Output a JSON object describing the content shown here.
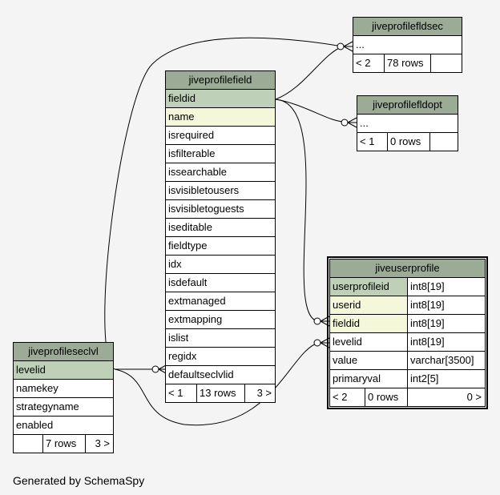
{
  "tables": {
    "jiveprofilefldsec": {
      "title": "jiveprofilefldsec",
      "rows": [
        "..."
      ],
      "footer": [
        "< 2",
        "78 rows",
        ""
      ]
    },
    "jiveprofilefield": {
      "title": "jiveprofilefield",
      "rows": [
        "fieldid",
        "name",
        "isrequired",
        "isfilterable",
        "issearchable",
        "isvisibletousers",
        "isvisibletoguests",
        "iseditable",
        "fieldtype",
        "idx",
        "isdefault",
        "extmanaged",
        "extmapping",
        "islist",
        "regidx",
        "defaultseclvlid"
      ],
      "footer": [
        "< 1",
        "13 rows",
        "3 >"
      ]
    },
    "jiveprofilefldopt": {
      "title": "jiveprofilefldopt",
      "rows": [
        "..."
      ],
      "footer": [
        "< 1",
        "0 rows",
        ""
      ]
    },
    "jiveuserprofile": {
      "title": "jiveuserprofile",
      "rows": [
        {
          "name": "userprofileid",
          "type": "int8[19]"
        },
        {
          "name": "userid",
          "type": "int8[19]"
        },
        {
          "name": "fieldid",
          "type": "int8[19]"
        },
        {
          "name": "levelid",
          "type": "int8[19]"
        },
        {
          "name": "value",
          "type": "varchar[3500]"
        },
        {
          "name": "primaryval",
          "type": "int2[5]"
        }
      ],
      "footer": [
        "< 2",
        "0 rows",
        "0 >"
      ]
    },
    "jiveprofileseclvl": {
      "title": "jiveprofileseclvl",
      "rows": [
        "levelid",
        "namekey",
        "strategyname",
        "enabled"
      ],
      "footer": [
        "",
        "7 rows",
        "3 >"
      ]
    }
  },
  "colors": {
    "header": "#9bab96",
    "primary_key": "#bed1b8",
    "foreign_key": "#f4f7da",
    "background": "#f4f4f4"
  },
  "footer_text": "Generated by SchemaSpy"
}
